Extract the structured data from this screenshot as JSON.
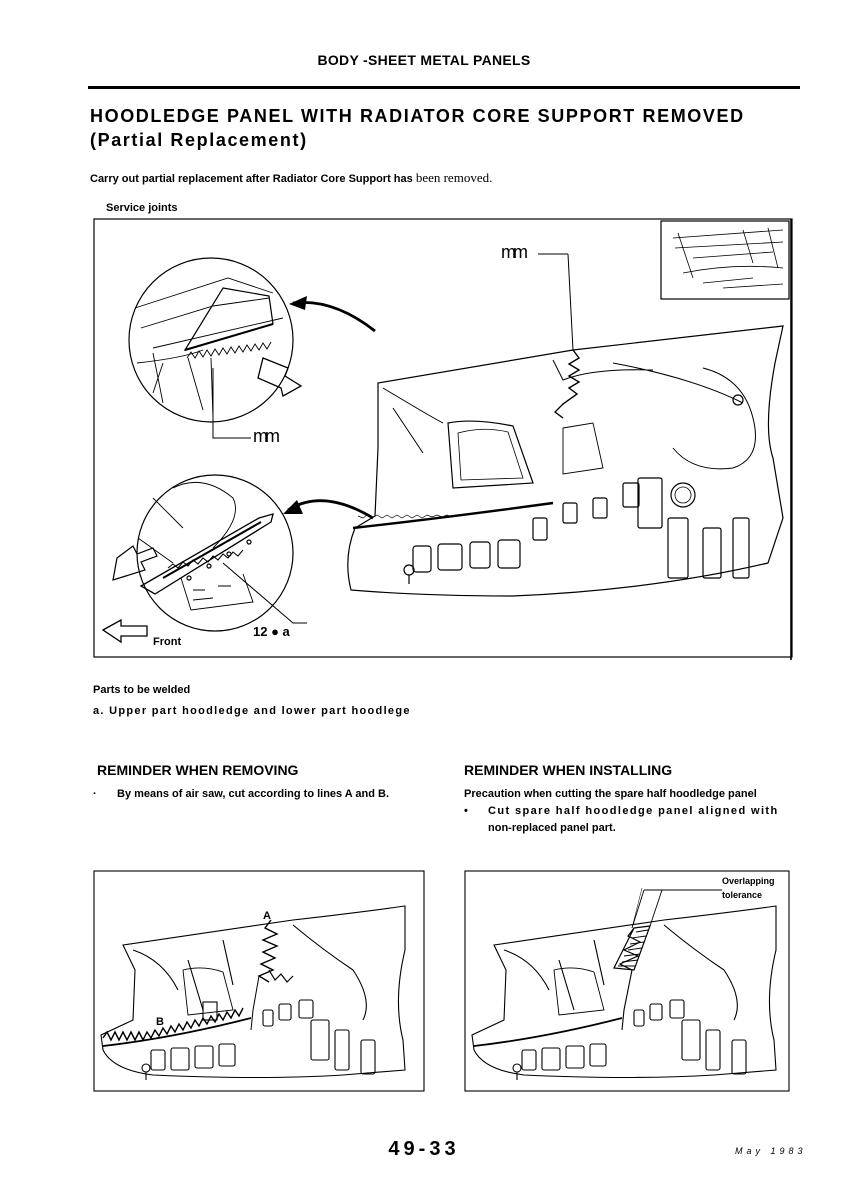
{
  "header": {
    "section": "BODY -SHEET METAL PANELS"
  },
  "title": {
    "line1": "HOODLEDGE PANEL WITH RADIATOR CORE SUPPORT REMOVED",
    "line2": "(Partial Replacement)"
  },
  "intro": {
    "bold": "Carry out partial replacement after Radiator Core Support has",
    "serif": "been removed."
  },
  "main_figure": {
    "caption": "Service joints",
    "callout_top": "m",
    "callout_left": "m",
    "callout_bottom": "12 ● a",
    "front_label": "Front"
  },
  "parts": {
    "heading": "Parts to be welded",
    "item_a": "a. Upper part hoodledge and lower part hoodlege"
  },
  "removing": {
    "heading": "REMINDER WHEN REMOVING",
    "bullet_mark": "·",
    "bullet": "By means of air saw, cut according to lines A and B.",
    "label_a": "A",
    "label_b": "B"
  },
  "installing": {
    "heading": "REMINDER WHEN INSTALLING",
    "precaution": "Precaution when cutting the spare half hoodledge panel",
    "bullet_mark": "•",
    "bullet_line1": "Cut spare half hoodledge panel aligned with",
    "bullet_line2": "non-replaced panel part.",
    "overlap_line1": "Overlapping",
    "overlap_line2": "tolerance"
  },
  "footer": {
    "page_number": "49-33",
    "date": "May 1983"
  }
}
